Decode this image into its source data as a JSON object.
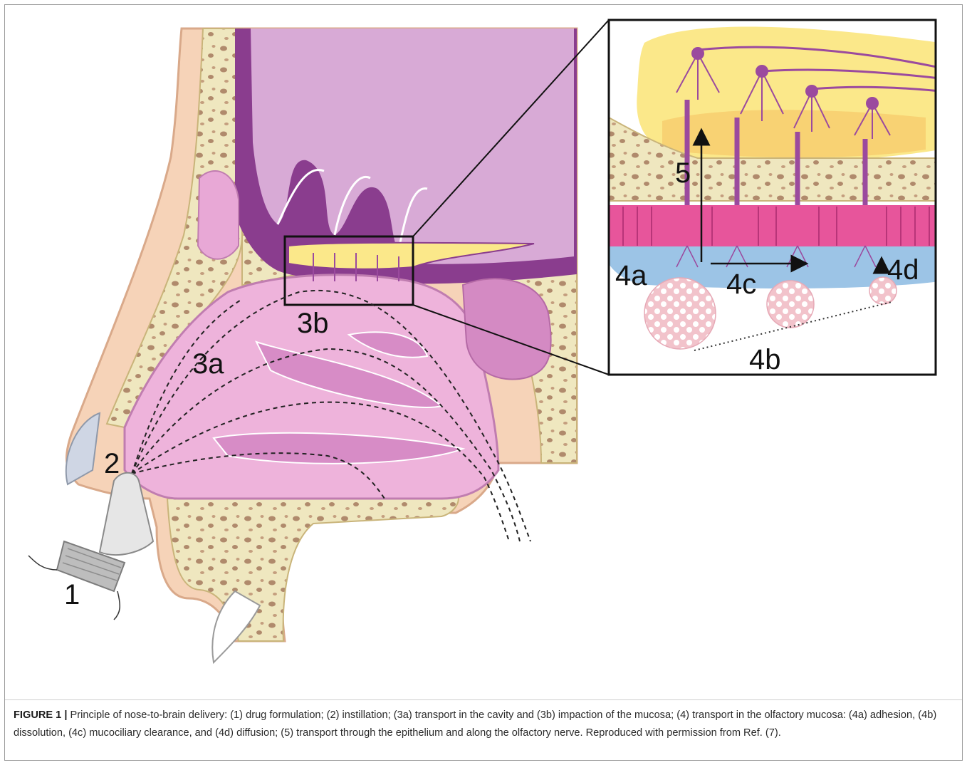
{
  "labels": {
    "l1": "1",
    "l2": "2",
    "l3a": "3a",
    "l3b": "3b",
    "l4a": "4a",
    "l4b": "4b",
    "l4c": "4c",
    "l4d": "4d",
    "l5": "5"
  },
  "caption": {
    "label": "FIGURE 1 |",
    "text": "Principle of nose-to-brain delivery: (1) drug formulation; (2) instillation; (3a) transport in the cavity and (3b) impaction of the mucosa; (4) transport in the olfactory mucosa: (4a) adhesion, (4b) dissolution, (4c) mucociliary clearance, and (4d) diffusion; (5) transport through the epithelium and along the olfactory nerve. Reproduced with permission from Ref. (7)."
  },
  "colors": {
    "skin": "#f6d3b8",
    "skin_outline": "#d9a98a",
    "bone": "#efe7bf",
    "bone_spots": "#b08a6c",
    "mucosa": "#e8a8d6",
    "cavity": "#eeb3db",
    "brain": "#d8aad6",
    "dura": "#8a3d8e",
    "nerve": "#9b4a9e",
    "bulb": "#fbe88a",
    "epithelium": "#e7559b",
    "mucus": "#9cc4e6",
    "particle": "#f4c9cf"
  }
}
